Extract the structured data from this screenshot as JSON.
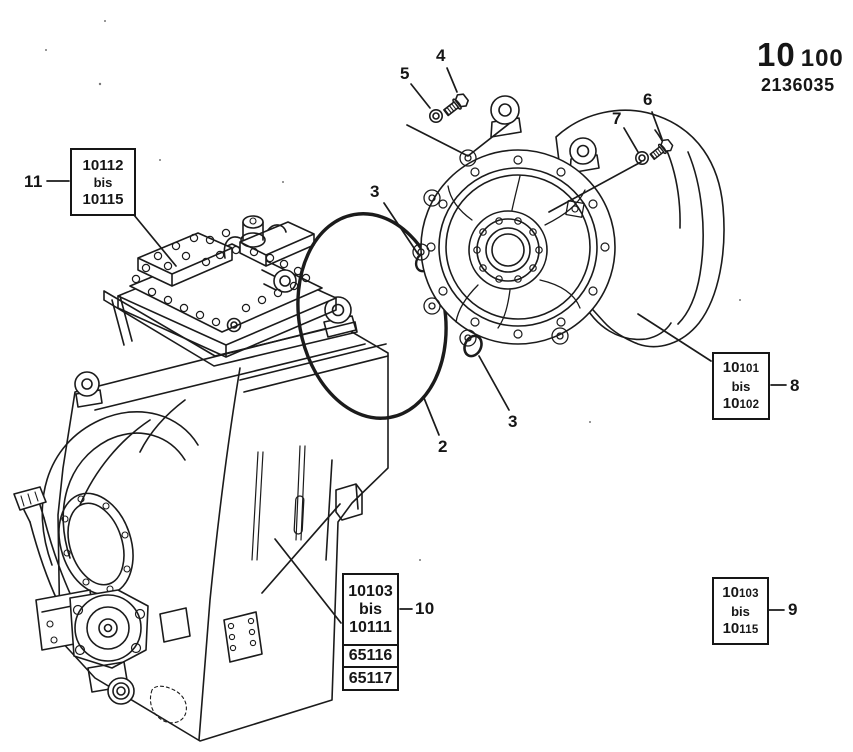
{
  "header": {
    "group_code": "10",
    "page_code": "100",
    "document_number": "2136035"
  },
  "callouts": {
    "c2": "2",
    "c3_upper": "3",
    "c3_lower": "3",
    "c4": "4",
    "c5": "5",
    "c6": "6",
    "c7": "7",
    "c8": "8",
    "c9": "9",
    "c10": "10",
    "c11": "11"
  },
  "ref_boxes": {
    "box11": {
      "line1": "10112",
      "line2": "bis",
      "line3": "10115"
    },
    "box8": {
      "line1": {
        "prefix": "10",
        "suffix": "101"
      },
      "line2": "bis",
      "line3": {
        "prefix": "10",
        "suffix": "102"
      }
    },
    "box9": {
      "line1": {
        "prefix": "10",
        "suffix": "103"
      },
      "line2": "bis",
      "line3": {
        "prefix": "10",
        "suffix": "115"
      }
    },
    "box10": {
      "line1": {
        "prefix": "10",
        "suffix": "103"
      },
      "line2": "bis",
      "line3": {
        "prefix": "10",
        "suffix": "111"
      },
      "row2": {
        "prefix": "65",
        "suffix": "116"
      },
      "row3": {
        "prefix": "65",
        "suffix": "117"
      }
    }
  },
  "colors": {
    "ink": "#1b1b1b",
    "paper": "#ffffff"
  }
}
